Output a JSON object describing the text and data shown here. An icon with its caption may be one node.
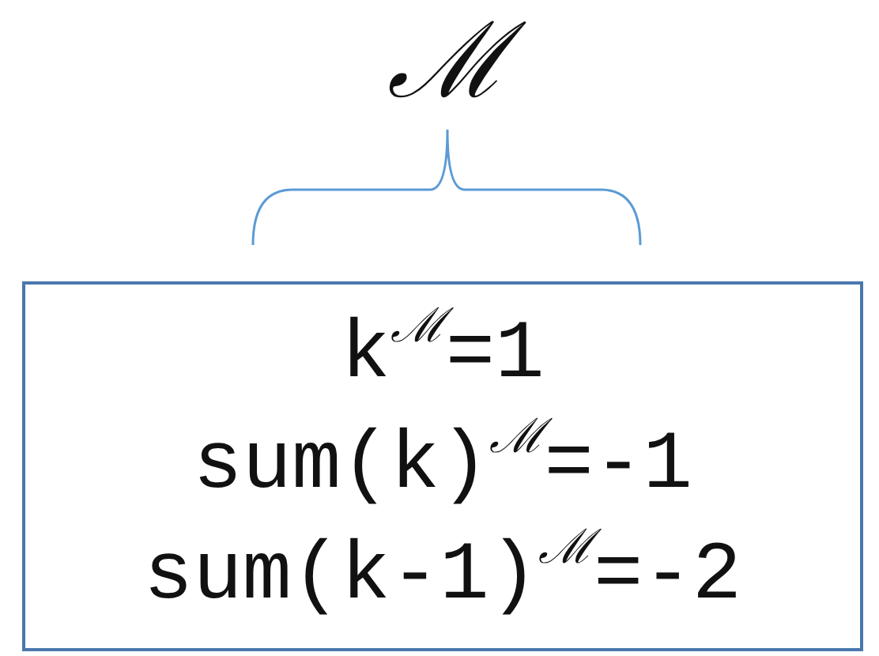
{
  "diagram": {
    "nodes": [
      {
        "text": [
          "k$^{ℳ}$=1",
          "sum(k)$^{ℳ}$=-1",
          "sum(k-1)$^{ℳ}$=-2"
        ]
      }
    ],
    "labels": [
      "ℳ"
    ]
  }
}
